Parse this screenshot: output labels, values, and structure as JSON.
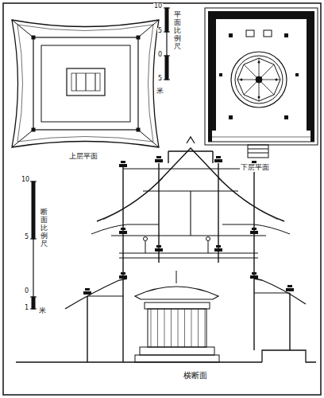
{
  "diagram": {
    "labels": [
      "上层平面",
      "下层平面",
      "平面比例尺",
      "10",
      "5",
      "0",
      "5",
      "米",
      "断面比例尺",
      "10",
      "5",
      "0",
      "1",
      "米",
      "横断面"
    ]
  }
}
